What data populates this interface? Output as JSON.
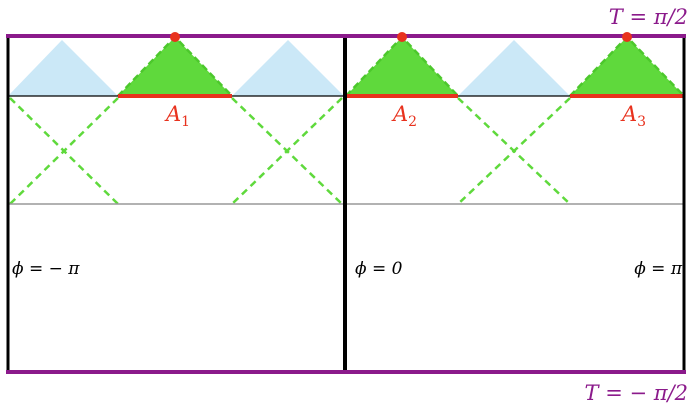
{
  "labels": {
    "top_boundary": "T = π/2",
    "bottom_boundary": "T = − π/2",
    "phi_left": "ϕ = − π",
    "phi_center": "ϕ = 0",
    "phi_right": "ϕ = π",
    "region_a1": "A",
    "region_a1_sub": "1",
    "region_a2": "A",
    "region_a2_sub": "2",
    "region_a3": "A",
    "region_a3_sub": "3"
  },
  "colors": {
    "boundary_purple": "#8b1a8b",
    "wall_black": "#000000",
    "wedge_green": "#5fd93c",
    "dashed_green": "#5fd93c",
    "wedge_lightblue": "#cbe8f7",
    "region_red": "#e8321e",
    "slice_gray": "#999999"
  }
}
